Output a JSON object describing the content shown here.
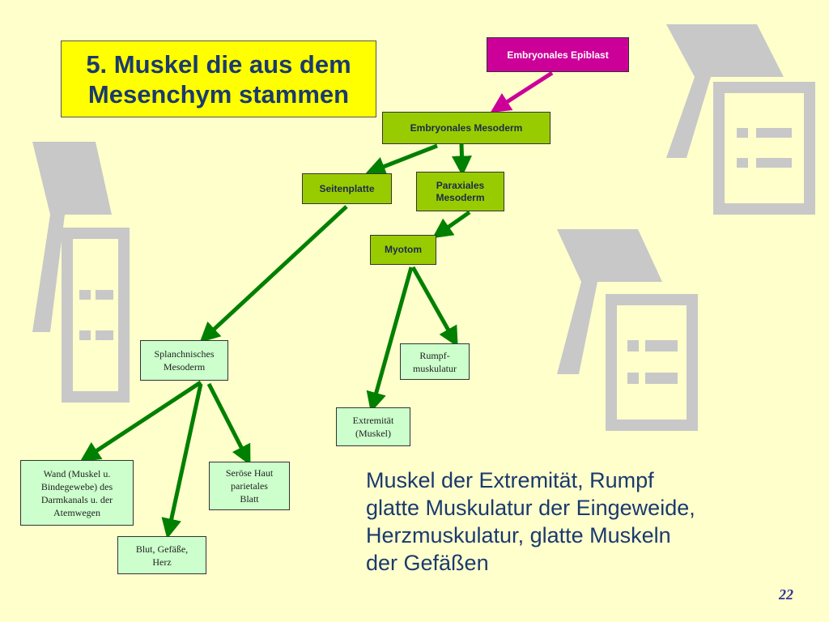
{
  "title": "5. Muskel die aus dem\nMesenchym stammen",
  "nodes": {
    "epiblast": "Embryonales Epiblast",
    "mesoderm": "Embryonales Mesoderm",
    "seitenplatte": "Seitenplatte",
    "paraxiales": "Paraxiales\nMesoderm",
    "myotom": "Myotom",
    "splanchnisches": "Splanchnisches\nMesoderm",
    "rumpf": "Rumpf-\nmuskulatur",
    "extremitaet": "Extremität\n(Muskel)",
    "wand": "Wand (Muskel u.\nBindegewebe) des\nDarmkanals u. der\nAtemwegen",
    "seroese": "Seröse Haut\nparietales\nBlatt",
    "blut": "Blut, Gefäße,\nHerz"
  },
  "summary": {
    "line1": "Muskel der Extremität, Rumpf",
    "line2": "glatte Muskulatur der Eingeweide,",
    "line3": "Herzmuskulatur, glatte Muskeln",
    "line4": "der Gefäßen"
  },
  "page_number": "22",
  "colors": {
    "background": "#ffffcc",
    "title_fill": "#ffff00",
    "title_text": "#1a3a6e",
    "green_box": "#99cc00",
    "magenta_box": "#cc0099",
    "light_box": "#ccffcc",
    "arrow_green": "#008000",
    "arrow_magenta": "#cc0099",
    "watermark": "#c8c8c8"
  },
  "icons": [
    "document-watermark-icon",
    "arrow-icon"
  ]
}
